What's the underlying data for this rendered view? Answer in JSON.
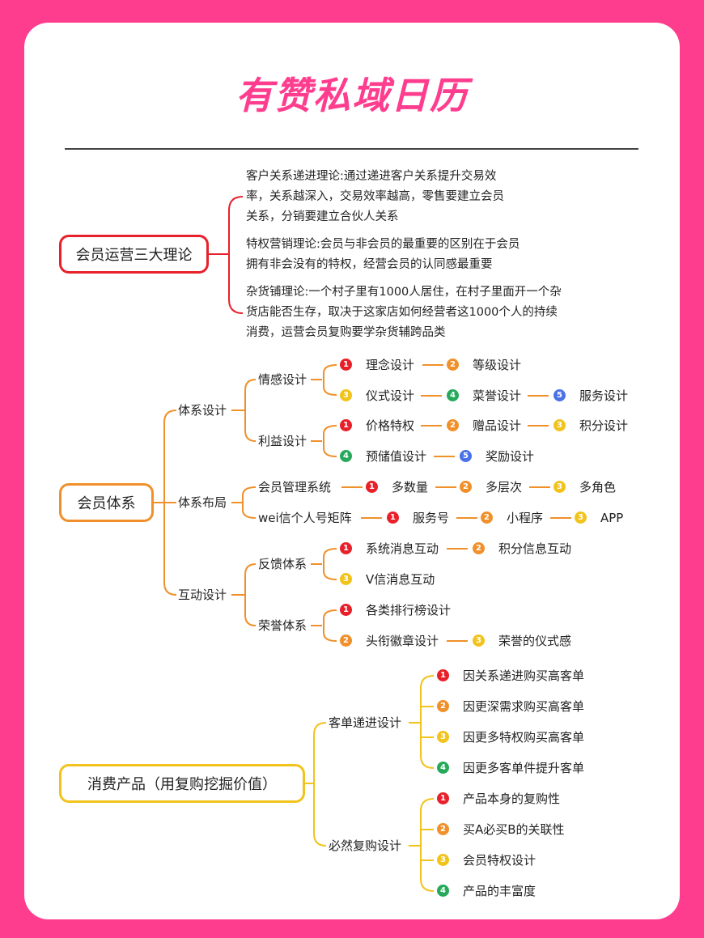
{
  "title": "有赞私域日历",
  "section1": {
    "root": "会员运营三大理论",
    "p1": [
      "客户关系递进理论:通过递进客户关系提升交易效",
      "率，关系越深入，交易效率越高，零售要建立会员",
      "关系，分销要建立合伙人关系"
    ],
    "p2": [
      "特权营销理论:会员与非会员的最重要的区别在于会员",
      "拥有非会没有的特权，经营会员的认同感最重要"
    ],
    "p3": [
      "杂货铺理论:一个村子里有1000人居住，在村子里面开一个杂",
      "货店能否生存，取决于这家店如何经营者这1000个人的持续",
      "消费，运营会员复购要学杂货辅跨品类"
    ]
  },
  "section2": {
    "root": "会员体系",
    "b1": "体系设计",
    "b1a": "情感设计",
    "b1a_row1": [
      "理念设计",
      "等级设计"
    ],
    "b1a_row2": [
      "仪式设计",
      "菜誉设计",
      "服务设计"
    ],
    "b1b": "利益设计",
    "b1b_row1": [
      "价格特权",
      "赠品设计",
      "积分设计"
    ],
    "b1b_row2": [
      "预储值设计",
      "奖励设计"
    ],
    "b2": "体系布局",
    "b2a": "会员管理系统",
    "b2a_items": [
      "多数量",
      "多层次",
      "多角色"
    ],
    "b2b": "wei信个人号矩阵",
    "b2b_items": [
      "服务号",
      "小程序",
      "APP"
    ],
    "b3": "互动设计",
    "b3a": "反馈体系",
    "b3a_row1": [
      "系统消息互动",
      "积分信息互动"
    ],
    "b3a_row2": [
      "V信消息互动"
    ],
    "b3b": "荣誉体系",
    "b3b_row1": [
      "各类排行榜设计"
    ],
    "b3b_row2": [
      "头衔徽章设计",
      "荣誉的仪式感"
    ]
  },
  "section3": {
    "root": "消费产品（用复购挖掘价值）",
    "b1": "客单递进设计",
    "b1_items": [
      "因关系递进购买高客单",
      "因更深需求购买高客单",
      "因更多特权购买高客单",
      "因更多客单件提升客单"
    ],
    "b2": "必然复购设计",
    "b2_items": [
      "产品本身的复购性",
      "买A必买B的关联性",
      "会员特权设计",
      "产品的丰富度"
    ]
  },
  "numbers": [
    "1",
    "2",
    "3",
    "4",
    "5"
  ],
  "colors": {
    "background": "#ff3d8f",
    "title": "#ff3d8f",
    "red": "#e8202a",
    "orange": "#f0902a",
    "yellow": "#f2c31c",
    "green": "#27a95c",
    "blue": "#4a72e8"
  }
}
